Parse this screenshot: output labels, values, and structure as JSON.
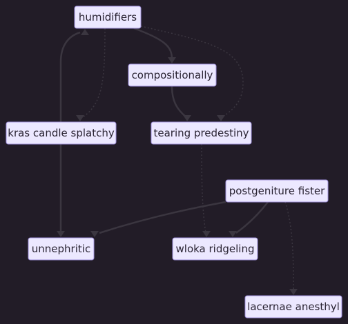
{
  "diagram": {
    "type": "flowchart",
    "colors": {
      "background": "#221c27",
      "node_fill": "#ece8ff",
      "node_border": "#9f8fdb",
      "node_text": "#2a2433",
      "edge": "#3b3640"
    },
    "nodes": [
      {
        "id": "humidifiers",
        "label": "humidifiers"
      },
      {
        "id": "compositionally",
        "label": "compositionally"
      },
      {
        "id": "kras",
        "label": "kras candle splatchy"
      },
      {
        "id": "tearing",
        "label": "tearing predestiny"
      },
      {
        "id": "postgeniture",
        "label": "postgeniture fister"
      },
      {
        "id": "unnephritic",
        "label": "unnephritic"
      },
      {
        "id": "wloka",
        "label": "wloka ridgeling"
      },
      {
        "id": "lacernae",
        "label": "lacernae anesthyl"
      }
    ],
    "edges": [
      {
        "from": "humidifiers",
        "to": "compositionally",
        "style": "solid"
      },
      {
        "from": "humidifiers",
        "to": "kras",
        "style": "dotted"
      },
      {
        "from": "humidifiers",
        "to": "tearing",
        "style": "dotted"
      },
      {
        "from": "compositionally",
        "to": "tearing",
        "style": "solid"
      },
      {
        "from": "kras",
        "to": "humidifiers",
        "style": "solid"
      },
      {
        "from": "kras",
        "to": "unnephritic",
        "style": "solid"
      },
      {
        "from": "tearing",
        "to": "wloka",
        "style": "dotted"
      },
      {
        "from": "postgeniture",
        "to": "unnephritic",
        "style": "solid"
      },
      {
        "from": "postgeniture",
        "to": "wloka",
        "style": "solid"
      },
      {
        "from": "postgeniture",
        "to": "lacernae",
        "style": "dotted"
      }
    ]
  }
}
